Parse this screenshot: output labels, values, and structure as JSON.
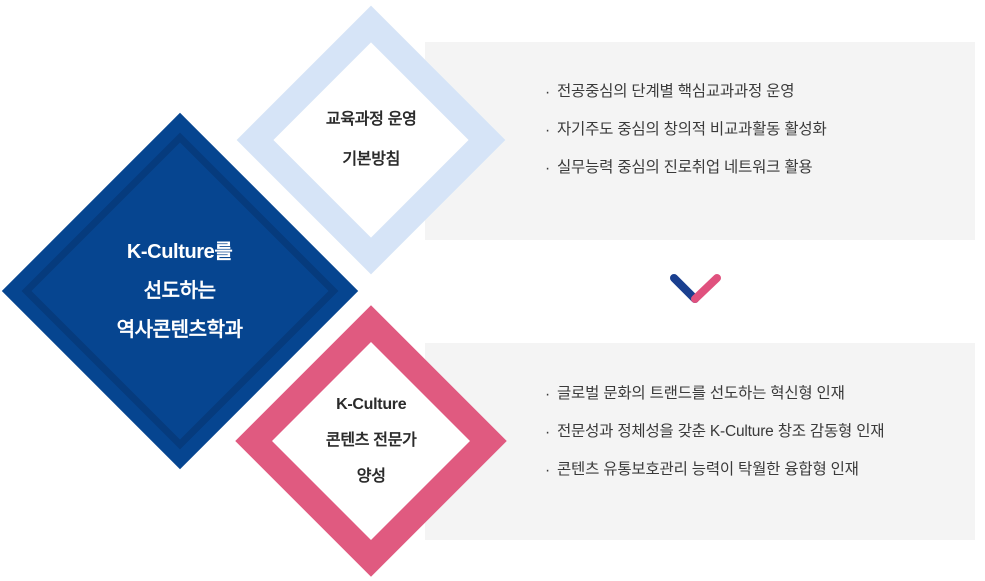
{
  "colors": {
    "primary_navy": "#064590",
    "primary_navy_inner": "#063b7d",
    "light_blue": "#d6e4f7",
    "pink": "#e05a80",
    "panel_gray": "#f4f4f4",
    "body_text": "#3a3a3a",
    "heading_text": "#2b2b2b",
    "white": "#ffffff"
  },
  "center_node": {
    "name": "department-identity",
    "lines": [
      "K-Culture를",
      "선도하는",
      "역사콘텐츠학과"
    ]
  },
  "branches": [
    {
      "key": "curriculum",
      "node": {
        "name": "curriculum-policy",
        "lines": [
          "교육과정 운영",
          "기본방침"
        ]
      },
      "bullet_marker": "·",
      "bullets": [
        "전공중심의 단계별 핵심교과과정 운영",
        "자기주도 중심의 창의적 비교과활동 활성화",
        "실무능력 중심의 진로취업 네트워크 활용"
      ]
    },
    {
      "key": "talent",
      "node": {
        "name": "talent-goal",
        "lines": [
          "K-Culture",
          "콘텐츠 전문가",
          "양성"
        ]
      },
      "bullet_marker": "·",
      "bullets": [
        "글로벌 문화의 트랜드를 선도하는 혁신형 인재",
        "전문성과 정체성을 갖춘 K-Culture 창조 감동형 인재",
        "콘텐츠 유통보호관리 능력이 탁월한 융합형 인재"
      ]
    }
  ],
  "divider": {
    "name": "chevron-down-icon",
    "left_stroke_color": "#1a3f8f",
    "right_stroke_color": "#e0517e"
  }
}
